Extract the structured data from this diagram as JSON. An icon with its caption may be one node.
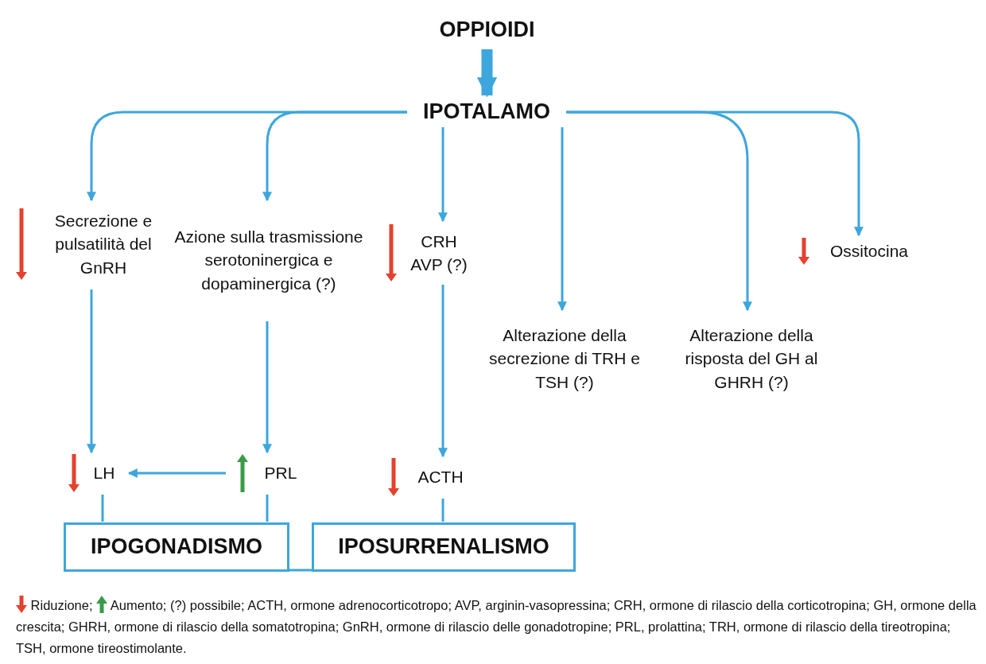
{
  "diagram": {
    "nodes": [
      {
        "text": [
          "OPPIOIDI"
        ]
      },
      {
        "text": [
          "IPOTALAMO"
        ]
      },
      {
        "text": [
          "Secrezione e pulsatilità del GnRH"
        ]
      },
      {
        "text": [
          "Azione sulla trasmissione serotoninergica e dopaminergica (?)"
        ]
      },
      {
        "text": [
          "CRH AVP (?)"
        ]
      },
      {
        "text": [
          "Alterazione della secrezione di TRH e TSH (?)"
        ]
      },
      {
        "text": [
          "Alterazione della risposta del GH al GHRH (?)"
        ]
      },
      {
        "text": [
          "Ossitocina"
        ]
      },
      {
        "text": [
          "LH"
        ]
      },
      {
        "text": [
          "PRL"
        ]
      },
      {
        "text": [
          "ACTH"
        ]
      },
      {
        "text": [
          "IPOGONADISMO"
        ]
      },
      {
        "text": [
          "IPOSURRENALISMO"
        ]
      }
    ],
    "edges": [
      {
        "from": 0,
        "to": 1,
        "arrow": "to",
        "style": "thick"
      },
      {
        "from": 1,
        "to": 2,
        "arrow": "to"
      },
      {
        "from": 1,
        "to": 3,
        "arrow": "to"
      },
      {
        "from": 1,
        "to": 4,
        "arrow": "to"
      },
      {
        "from": 1,
        "to": 5,
        "arrow": "to"
      },
      {
        "from": 1,
        "to": 6,
        "arrow": "to"
      },
      {
        "from": 1,
        "to": 7,
        "arrow": "to"
      },
      {
        "from": 2,
        "to": 8,
        "arrow": "to"
      },
      {
        "from": 3,
        "to": 9,
        "arrow": "to"
      },
      {
        "from": 4,
        "to": 10,
        "arrow": "to"
      },
      {
        "from": 9,
        "to": 8,
        "arrow": "to"
      },
      {
        "from": 8,
        "to": 11,
        "arrow": "none"
      },
      {
        "from": 9,
        "to": 11,
        "arrow": "none"
      },
      {
        "from": 10,
        "to": 12,
        "arrow": "none"
      },
      {
        "from": 11,
        "to": 12,
        "arrow": "none"
      }
    ],
    "legend": [
      {
        "text": "Riduzione;"
      },
      {
        "text": "Aumento;"
      }
    ],
    "caption": "(?) possibile; ACTH, ormone adrenocorticotropo; AVP, arginin-vasopressina; CRH, ormone di rilascio della corticotropina; GH, ormone della crescita; GHRH, ormone di rilascio della somatotropina; GnRH, ormone di rilascio delle gonadotropine; PRL, prolattina; TRH, ormone di rilascio della tireotropina; TSH, ormone tireostimolante."
  }
}
